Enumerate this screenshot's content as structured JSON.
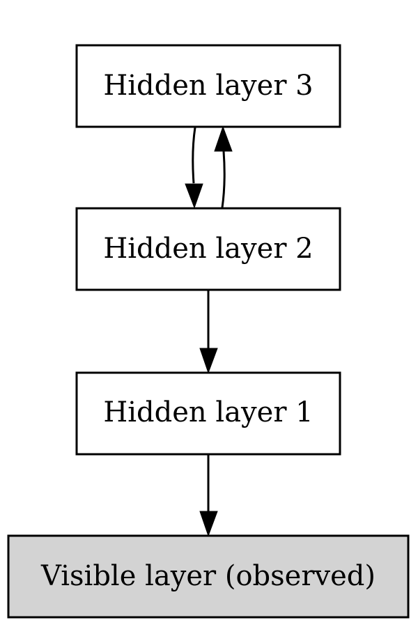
{
  "diagram": {
    "nodes": [
      {
        "id": "hidden3",
        "label": "Hidden layer 3",
        "fill": "#ffffff"
      },
      {
        "id": "hidden2",
        "label": "Hidden layer 2",
        "fill": "#ffffff"
      },
      {
        "id": "hidden1",
        "label": "Hidden layer 1",
        "fill": "#ffffff"
      },
      {
        "id": "visible",
        "label": "Visible layer (observed)",
        "fill": "#d3d3d3"
      }
    ],
    "edges": [
      {
        "from": "hidden3",
        "to": "hidden2"
      },
      {
        "from": "hidden2",
        "to": "hidden3"
      },
      {
        "from": "hidden2",
        "to": "hidden1"
      },
      {
        "from": "hidden1",
        "to": "visible"
      }
    ],
    "stroke_color": "#000000"
  }
}
